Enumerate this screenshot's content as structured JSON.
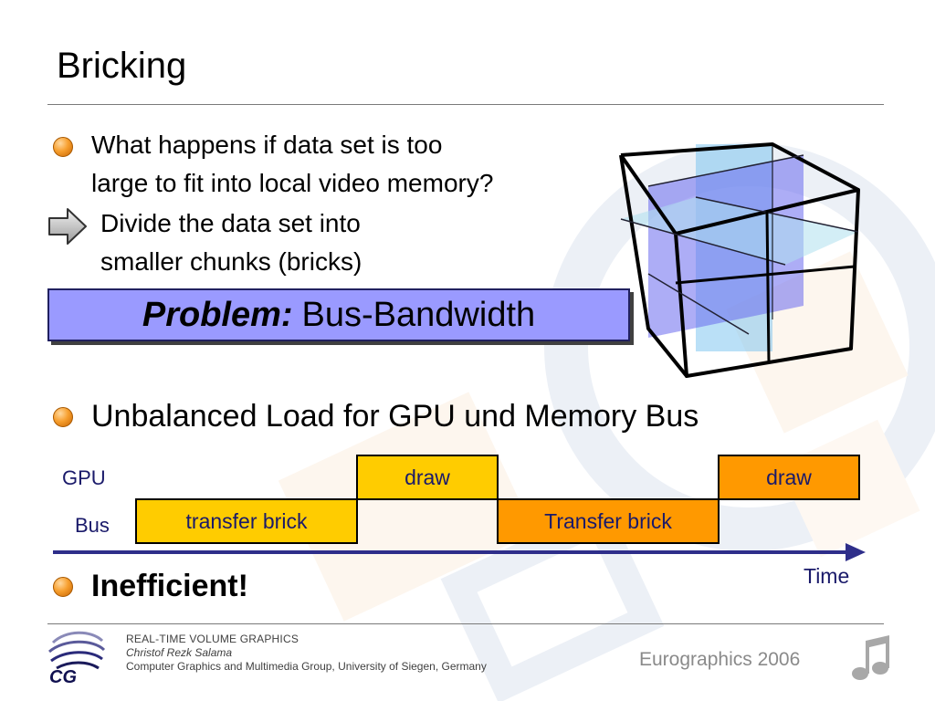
{
  "title": "Bricking",
  "bullets": {
    "b1_line1": "What happens if data set is too",
    "b1_line2": "large to fit into local video memory?",
    "sub_line1": "Divide the data set into",
    "sub_line2": "smaller chunks (bricks)",
    "b2": "Unbalanced Load for GPU und Memory Bus",
    "b3": "Inefficient!"
  },
  "problem": {
    "bold": "Problem:",
    "rest": "Bus-Bandwidth"
  },
  "timeline": {
    "gpu_label": "GPU",
    "bus_label": "Bus",
    "time_label": "Time",
    "gpu_blocks": [
      "draw",
      "draw"
    ],
    "bus_blocks": [
      "transfer brick",
      "Transfer brick"
    ]
  },
  "footer": {
    "line1": "REAL-TIME VOLUME GRAPHICS",
    "line2": "Christof Rezk Salama",
    "line3": "Computer Graphics and Multimedia Group, University of Siegen, Germany",
    "conference": "Eurographics 2006",
    "logo_text": "CG"
  },
  "icons": {
    "bullet": "orange-ball-icon",
    "arrow": "grey-right-arrow-icon",
    "cube": "bricked-cube-illustration",
    "note": "music-note-icon"
  },
  "colors": {
    "accent_blue": "#2e2e8a",
    "problem_fill": "#9a9aff",
    "block_yellow": "#ffcc00",
    "block_orange": "#ff9900"
  }
}
